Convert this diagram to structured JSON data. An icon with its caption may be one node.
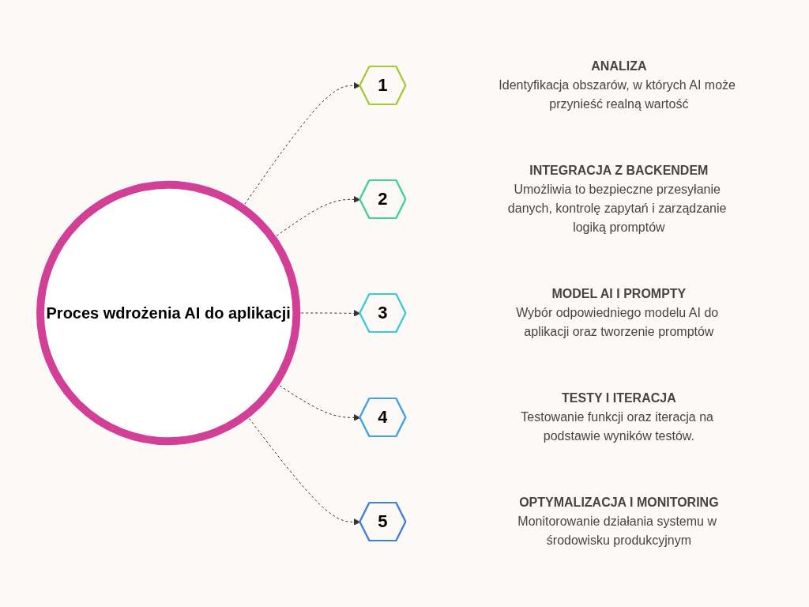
{
  "diagram": {
    "nodes": [
      {
        "text": [
          "Proces wdrożenia AI do aplikacji"
        ]
      },
      {
        "text": [
          "1"
        ],
        "beside": [
          "ANALIZA",
          "Identyfikacja obszarów, w których AI może przynieść realną wartość"
        ]
      },
      {
        "text": [
          "2"
        ],
        "beside": [
          "INTEGRACJA Z BACKENDEM",
          "Umożliwia to bezpieczne przesyłanie danych, kontrolę zapytań i zarządzanie logiką promptów"
        ]
      },
      {
        "text": [
          "3"
        ],
        "beside": [
          "MODEL AI I PROMPTY",
          "Wybór odpowiedniego modelu AI do aplikacji oraz tworzenie promptów"
        ]
      },
      {
        "text": [
          "4"
        ],
        "beside": [
          "TESTY I ITERACJA",
          "Testowanie funkcji oraz iteracja na podstawie wyników testów."
        ]
      },
      {
        "text": [
          "5"
        ],
        "beside": [
          "OPTYMALIZACJA I MONITORING",
          "Monitorowanie działania systemu w środowisku produkcyjnym"
        ]
      }
    ],
    "edges": [
      {
        "from": 0,
        "to": 1,
        "arrow": "to",
        "style": "dashed"
      },
      {
        "from": 0,
        "to": 2,
        "arrow": "to",
        "style": "dashed"
      },
      {
        "from": 0,
        "to": 3,
        "arrow": "to",
        "style": "dashed"
      },
      {
        "from": 0,
        "to": 4,
        "arrow": "to",
        "style": "dashed"
      },
      {
        "from": 0,
        "to": 5,
        "arrow": "to",
        "style": "dashed"
      }
    ]
  }
}
